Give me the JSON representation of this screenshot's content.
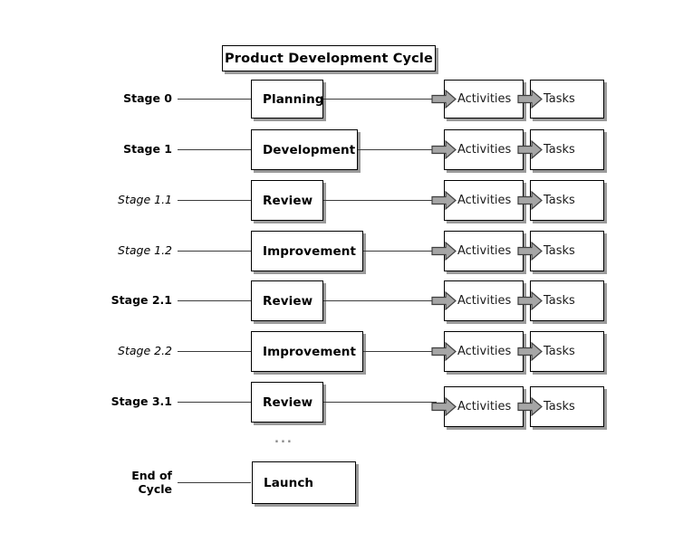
{
  "title": {
    "text": "Product Development Cycle"
  },
  "ellipsis": {
    "text": "..."
  },
  "colors": {
    "box_border": "#000000",
    "box_fill": "#ffffff",
    "shadow": "#9a9a9a",
    "arrow_fill": "#a6a6a6",
    "arrow_stroke": "#3f3f3f",
    "line": "#3c3c3c",
    "text": "#000000",
    "ellipsis_text": "#8a8a8a"
  },
  "leaf_labels": {
    "activities": "Activities",
    "tasks": "Tasks"
  },
  "rows": [
    {
      "stage_label": "Stage 0",
      "stage_label_style": "bold",
      "box_label": "Planning",
      "has_branches": true,
      "activities_label": "Activities",
      "tasks_label": "Tasks"
    },
    {
      "stage_label": "Stage 1",
      "stage_label_style": "bold",
      "box_label": "Development",
      "has_branches": true,
      "activities_label": "Activities",
      "tasks_label": "Tasks"
    },
    {
      "stage_label": "Stage 1.1",
      "stage_label_style": "italic",
      "box_label": "Review",
      "has_branches": true,
      "activities_label": "Activities",
      "tasks_label": "Tasks"
    },
    {
      "stage_label": "Stage 1.2",
      "stage_label_style": "italic",
      "box_label": "Improvement",
      "has_branches": true,
      "activities_label": "Activities",
      "tasks_label": "Tasks"
    },
    {
      "stage_label": "Stage 2.1",
      "stage_label_style": "bold",
      "box_label": "Review",
      "has_branches": true,
      "activities_label": "Activities",
      "tasks_label": "Tasks"
    },
    {
      "stage_label": "Stage 2.2",
      "stage_label_style": "italic",
      "box_label": "Improvement",
      "has_branches": true,
      "activities_label": "Activities",
      "tasks_label": "Tasks"
    },
    {
      "stage_label": "Stage 3.1",
      "stage_label_style": "bold",
      "box_label": "Review",
      "has_branches": true,
      "activities_label": "Activities",
      "tasks_label": "Tasks"
    },
    {
      "stage_label": "End of\nCycle",
      "stage_label_style": "bold",
      "box_label": "Launch",
      "has_branches": false,
      "activities_label": "",
      "tasks_label": ""
    }
  ]
}
